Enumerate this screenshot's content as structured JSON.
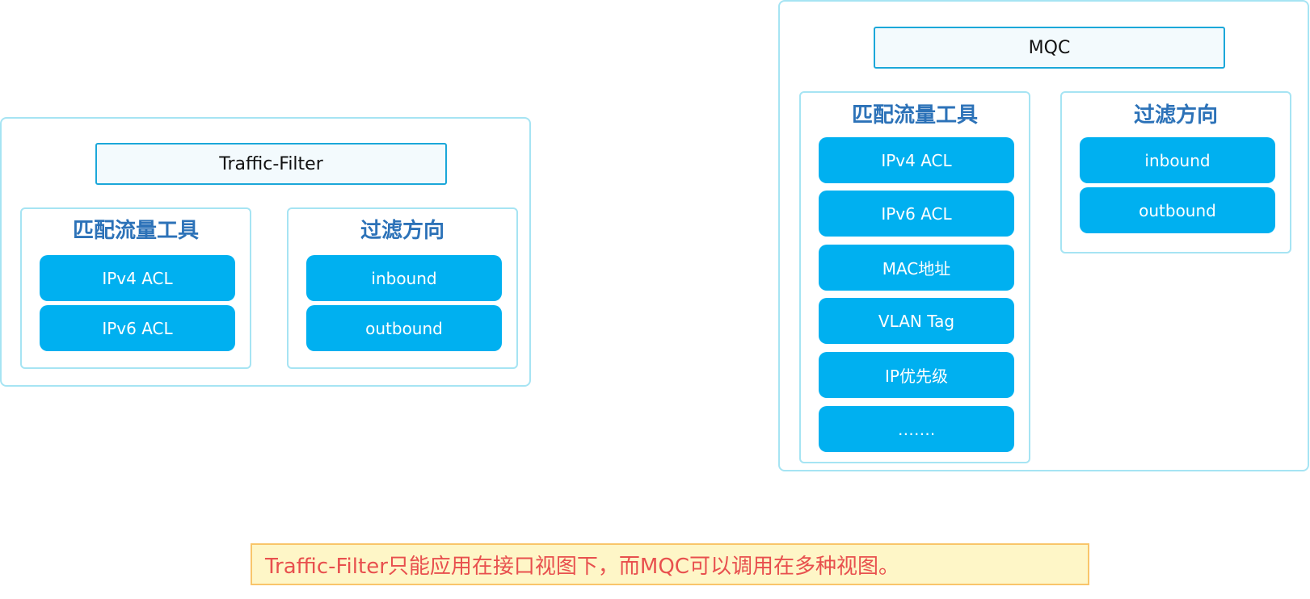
{
  "traffic_filter": {
    "title": "Traffic-Filter",
    "match_group": {
      "title": "匹配流量工具",
      "items": [
        "IPv4 ACL",
        "IPv6 ACL"
      ]
    },
    "direction_group": {
      "title": "过滤方向",
      "items": [
        "inbound",
        "outbound"
      ]
    }
  },
  "mqc": {
    "title": "MQC",
    "match_group": {
      "title": "匹配流量工具",
      "items": [
        "IPv4 ACL",
        "IPv6 ACL",
        "MAC地址",
        "VLAN Tag",
        "IP优先级",
        "……."
      ]
    },
    "direction_group": {
      "title": "过滤方向",
      "items": [
        "inbound",
        "outbound"
      ]
    }
  },
  "note": "Traffic-Filter只能应用在接口视图下，而MQC可以调用在多种视图。",
  "colors": {
    "pill": "#00b0f0",
    "group_title": "#2c72b8",
    "panel_border": "#a6e4f3",
    "title_border": "#1ba7d9",
    "note_text": "#e8504e",
    "note_bg": "#fef6c7",
    "note_border": "#f9c56a"
  }
}
